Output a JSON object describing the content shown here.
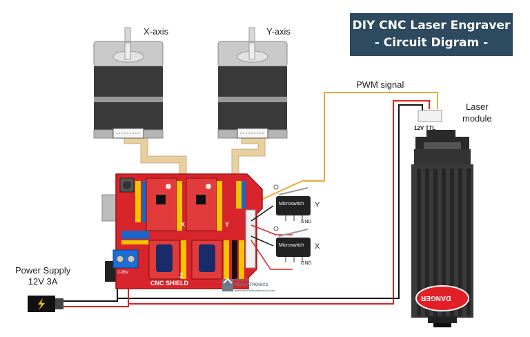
{
  "title": {
    "line1": "DIY CNC Laser Engraver",
    "line2": "- Circuit Digram -"
  },
  "motors": {
    "x_label": "X-axis",
    "y_label": "Y-axis"
  },
  "signals": {
    "pwm_label": "PWM signal"
  },
  "laser": {
    "label_line1": "Laser",
    "label_line2": "module",
    "connector_label": "12V TTL",
    "warning_text": "DANGER"
  },
  "power": {
    "label_line1": "Power Supply",
    "label_line2": "12V 3A"
  },
  "shield": {
    "name": "CNC SHIELD",
    "x_label": "X",
    "y_label": "Y",
    "z_label": "Z",
    "voltage_label": "2-36V"
  },
  "switches": {
    "text": "Microswitch",
    "gnd": "GND",
    "y_axis": "Y",
    "x_axis": "X"
  },
  "watermark": {
    "line1": "How To",
    "line2": "MECHATRONICS",
    "line3": "www.HowToMechatronics.com"
  },
  "colors": {
    "title_bg": "#2d4a5e",
    "board": "#d8252b",
    "wire_red": "#e0201e",
    "wire_black": "#111111",
    "wire_pwm": "#f0a830",
    "ribbon": "#e8cfa0",
    "motor_body": "#3a3a3a"
  }
}
